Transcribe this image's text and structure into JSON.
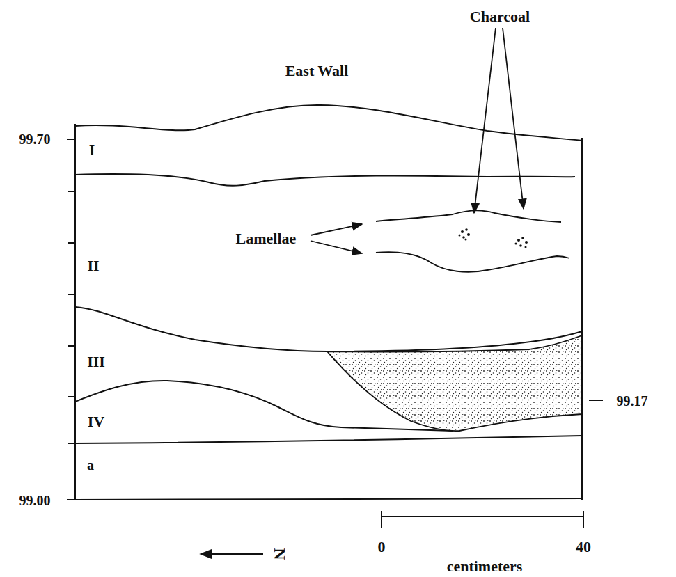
{
  "diagram": {
    "title": "East Wall",
    "labels": [
      "Charcoal",
      "Lamellae",
      "I",
      "II",
      "III",
      "IV",
      "a",
      "99.70",
      "99.17",
      "99.00",
      "0",
      "40",
      "centimeters",
      "N"
    ]
  }
}
